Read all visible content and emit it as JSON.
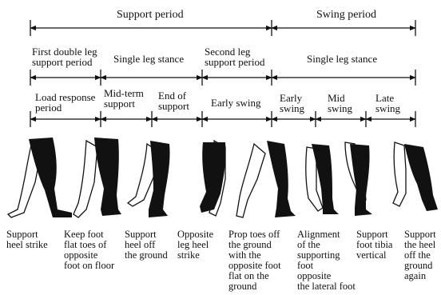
{
  "top_row": {
    "support_period": "Support period",
    "swing_period": "Swing period"
  },
  "middle_row": {
    "first_double": "First double leg\nsupport period",
    "single_stance_1": "Single leg stance",
    "second_leg": "Second leg\nsupport period",
    "single_stance_2": "Single leg stance"
  },
  "phase_row": {
    "load_response": "Load response\nperiod",
    "mid_term": "Mid-term\nsupport",
    "end_support": "End of\nsupport",
    "early_swing": "Early swing",
    "early_swing_2": "Early\nswing",
    "mid_swing": "Mid\nswing",
    "late_swing": "Late\nswing"
  },
  "captions": [
    "Support\nheel strike",
    "Keep foot\nflat toes of\nopposite\nfoot on floor",
    "Support\nheel off\nthe ground",
    "Opposite\nleg heel\nstrike",
    "Prop toes off\nthe ground\nwith the\nopposite foot\nflat on the\nground",
    "Alignment\nof the\nsupporting\nfoot\nopposite\nthe lateral foot",
    "Support\nfoot tibia\nvertical",
    "Support\nthe heel\noff the\nground\nagain"
  ],
  "colors": {
    "line": "#111111",
    "leg_fill": "#111111",
    "leg_outline": "#111111"
  }
}
